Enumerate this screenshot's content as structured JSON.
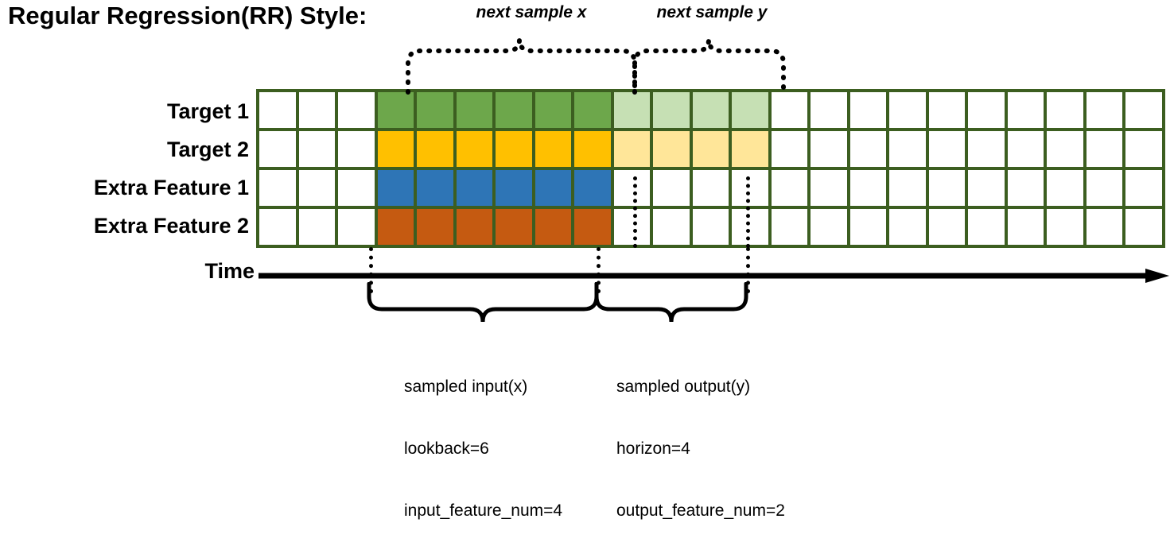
{
  "title": "Regular Regression(RR) Style:",
  "row_labels": [
    "Target 1",
    "Target 2",
    "Extra Feature 1",
    "Extra Feature 2"
  ],
  "time_axis_label": "Time",
  "top_braces": [
    {
      "label": "next sample x"
    },
    {
      "label": "next sample y"
    }
  ],
  "bottom_annotations": [
    {
      "line1": "sampled input(x)",
      "line2": "lookback=6",
      "line3": "input_feature_num=4"
    },
    {
      "line1": "sampled output(y)",
      "line2": "horizon=4",
      "line3": "output_feature_num=2"
    }
  ],
  "grid": {
    "columns": 23,
    "rows": 4,
    "border_color": "#3C5E20",
    "empty_color": "#FFFFFF",
    "input_start_col": 4,
    "input_end_col": 9,
    "output_start_col": 10,
    "output_end_col": 13,
    "row_fills": [
      {
        "name": "Target 1",
        "input_color": "#6DA74B",
        "output_color": "#C6E0B4"
      },
      {
        "name": "Target 2",
        "input_color": "#FFC000",
        "output_color": "#FFE699"
      },
      {
        "name": "Extra Feature 1",
        "input_color": "#2E75B6",
        "output_color": "#FFFFFF"
      },
      {
        "name": "Extra Feature 2",
        "input_color": "#C55A11",
        "output_color": "#FFFFFF"
      }
    ]
  },
  "colors": {
    "dark_green": "#6DA74B",
    "light_green": "#C6E0B4",
    "yellow": "#FFC000",
    "light_yellow": "#FFE699",
    "blue": "#2E75B6",
    "orange": "#C55A11",
    "grid_border": "#3C5E20",
    "line_black": "#000000"
  }
}
